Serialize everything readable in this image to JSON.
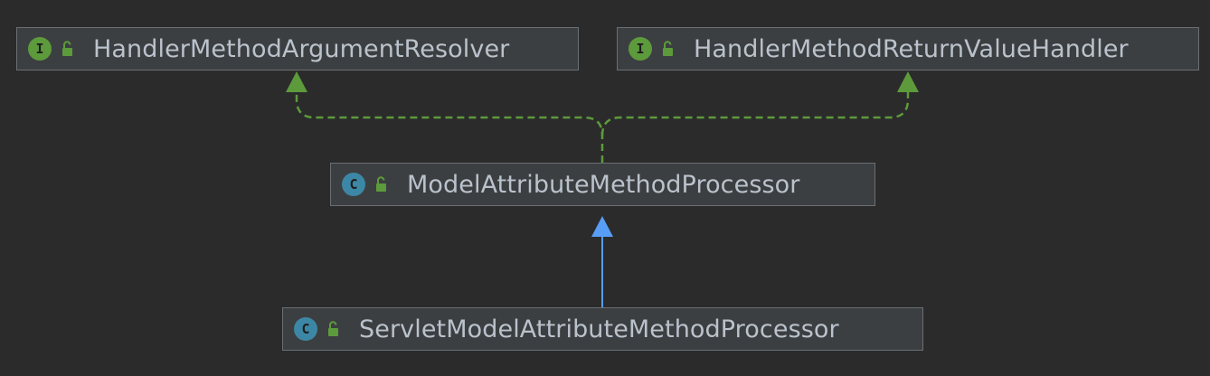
{
  "diagram": {
    "nodes": [
      {
        "id": "argument-resolver",
        "kind": "interface",
        "kind_letter": "I",
        "label": "HandlerMethodArgumentResolver"
      },
      {
        "id": "return-value-handler",
        "kind": "interface",
        "kind_letter": "I",
        "label": "HandlerMethodReturnValueHandler"
      },
      {
        "id": "model-attribute-processor",
        "kind": "class",
        "kind_letter": "C",
        "label": "ModelAttributeMethodProcessor"
      },
      {
        "id": "servlet-model-attribute-processor",
        "kind": "class",
        "kind_letter": "C",
        "label": "ServletModelAttributeMethodProcessor"
      }
    ],
    "edges": [
      {
        "from": "model-attribute-processor",
        "to": "argument-resolver",
        "type": "implements"
      },
      {
        "from": "model-attribute-processor",
        "to": "return-value-handler",
        "type": "implements"
      },
      {
        "from": "servlet-model-attribute-processor",
        "to": "model-attribute-processor",
        "type": "extends"
      }
    ],
    "colors": {
      "background": "#2b2b2b",
      "node_fill": "#3c3f41",
      "node_border": "#6b6f73",
      "text": "#bac2cc",
      "interface_icon": "#5d9a3c",
      "class_icon": "#3d87a6",
      "lock_icon": "#5d9a3c",
      "implements_edge": "#5d9a3c",
      "extends_edge": "#589df6"
    }
  }
}
